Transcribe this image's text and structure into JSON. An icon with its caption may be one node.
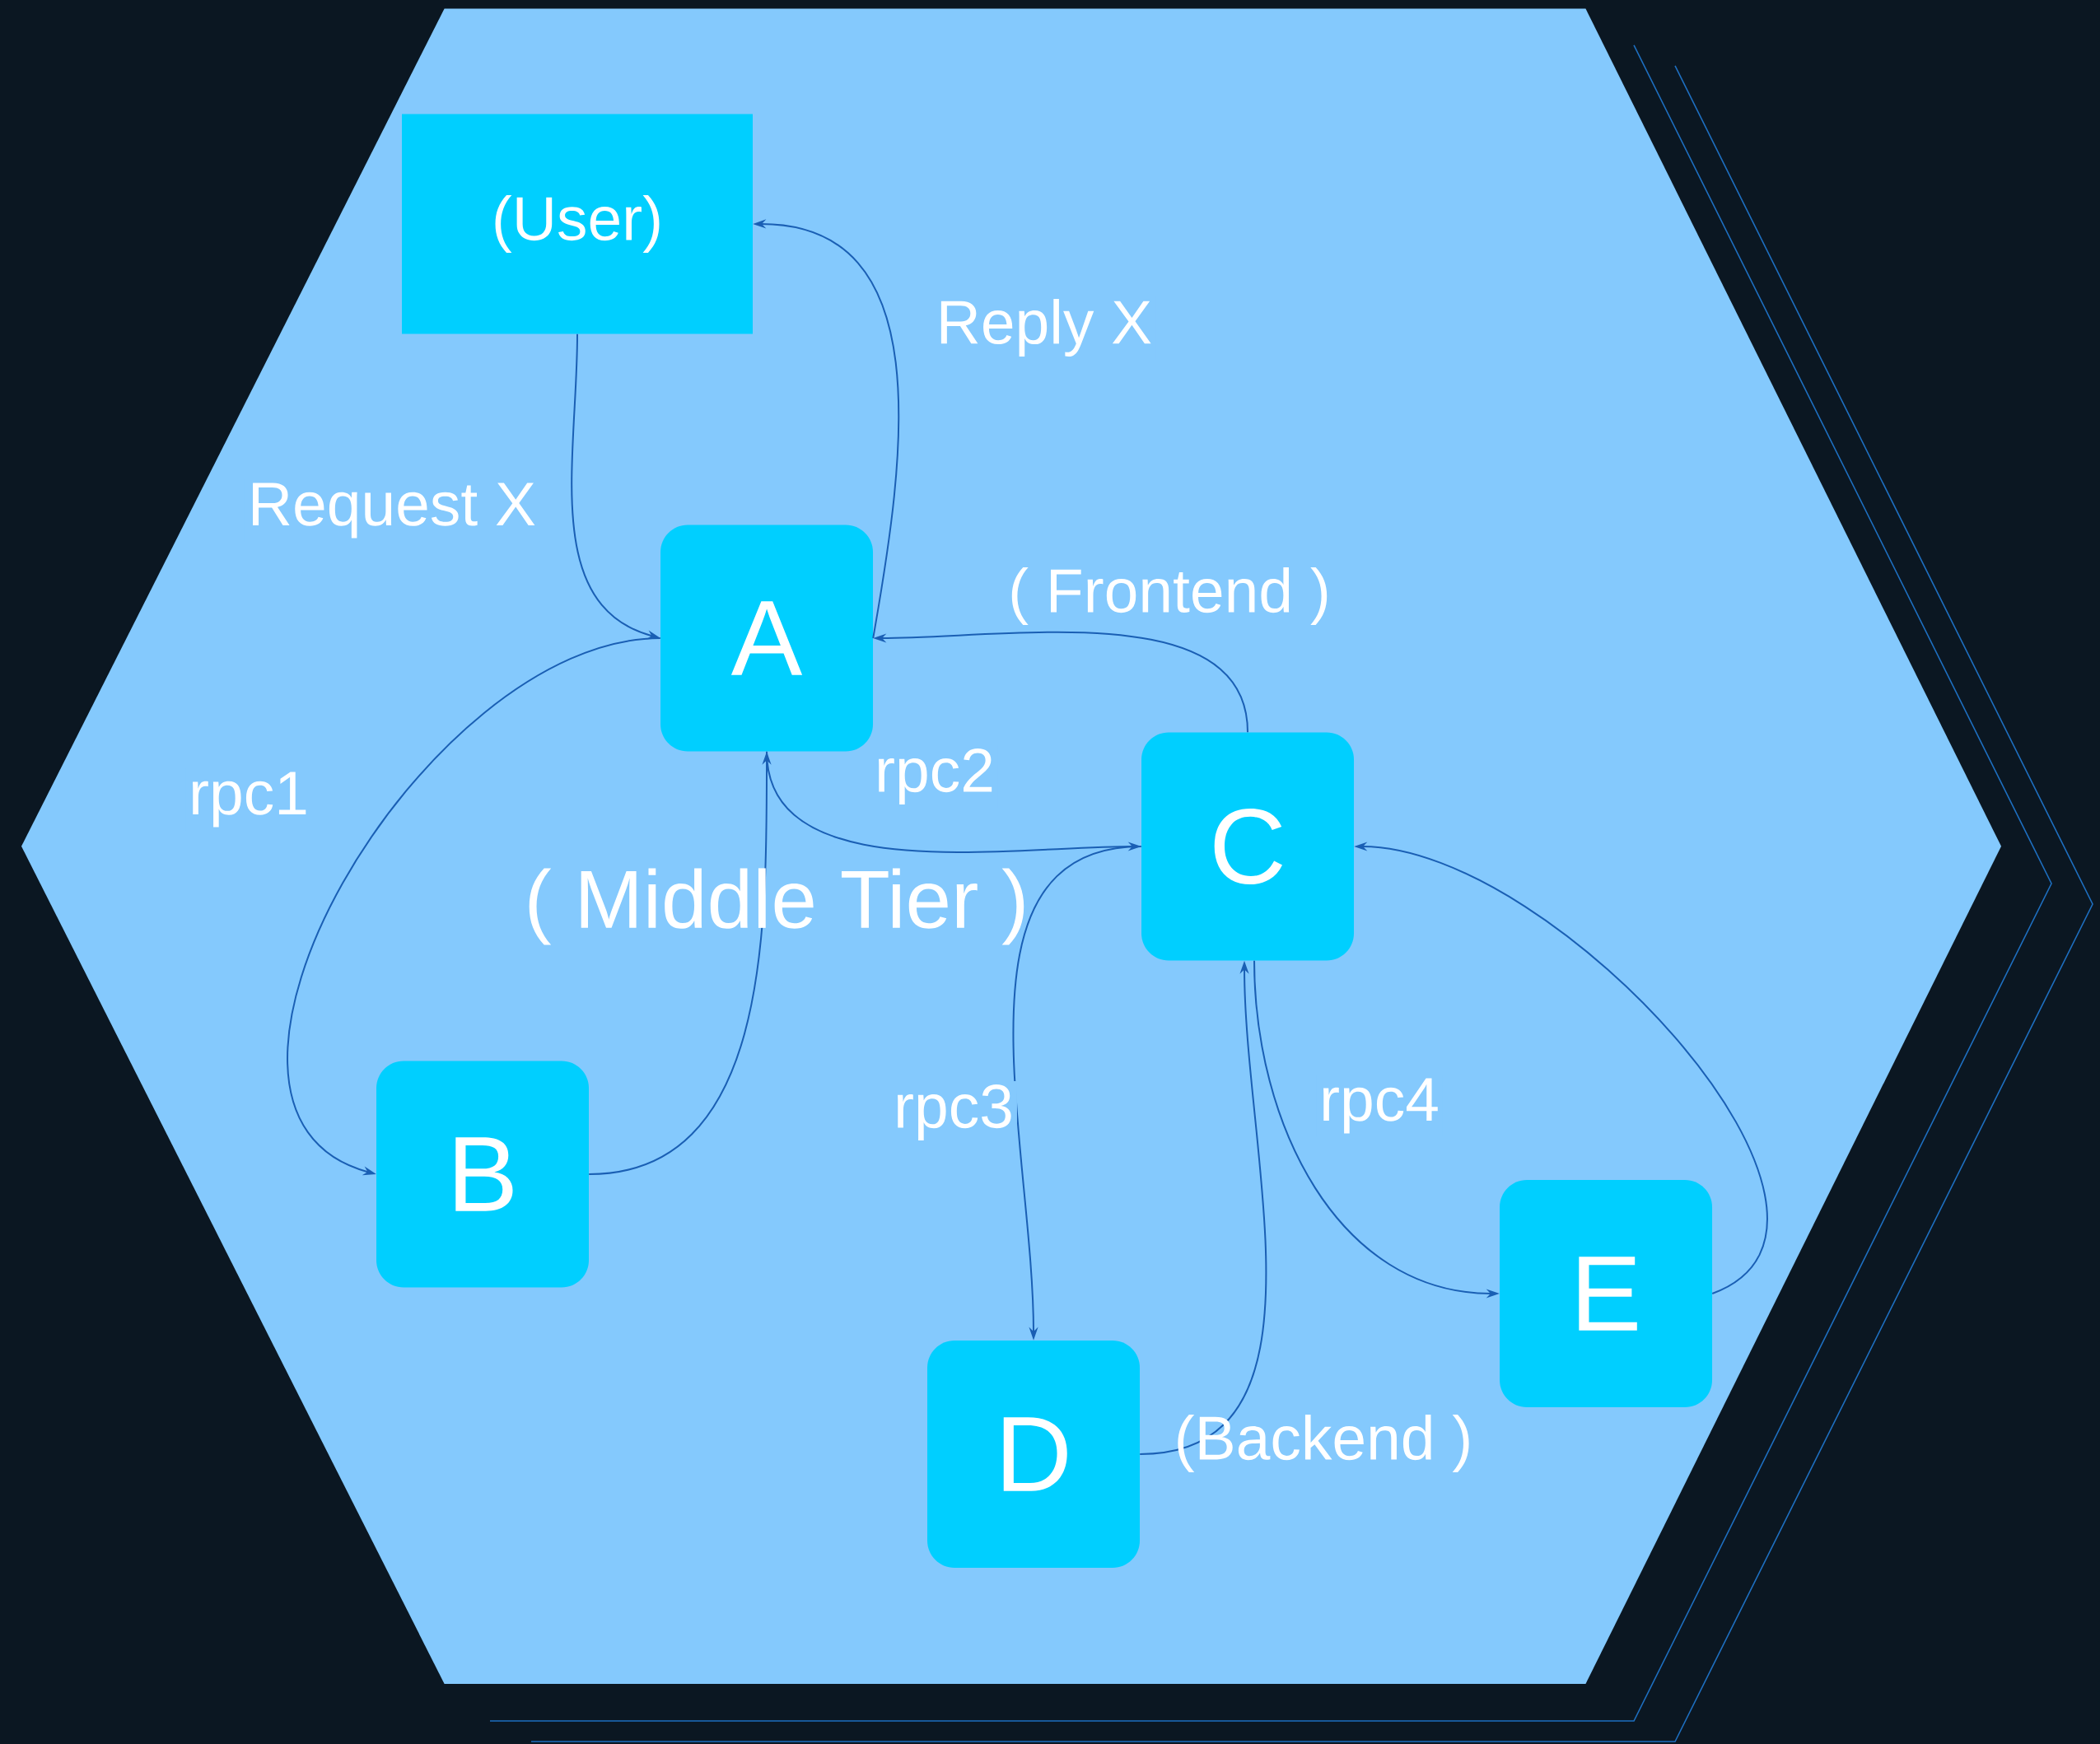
{
  "diagram": {
    "nodes": [
      {
        "text": [],
        "shape": "hexagon"
      },
      {
        "text": [
          "(User)"
        ],
        "in": 0
      },
      {
        "text": [
          "A"
        ],
        "in": 0
      },
      {
        "text": [
          "B"
        ],
        "in": 0
      },
      {
        "text": [
          "C"
        ],
        "in": 0
      },
      {
        "text": [
          "D"
        ],
        "in": 0
      },
      {
        "text": [
          "E"
        ],
        "in": 0
      }
    ],
    "edges": [
      {
        "from": 1,
        "to": 2,
        "arrow": "to",
        "label": "Request X"
      },
      {
        "from": 2,
        "to": 1,
        "arrow": "to",
        "label": "Reply X"
      },
      {
        "from": 2,
        "to": 3,
        "arrow": "to",
        "label": "rpc1"
      },
      {
        "from": 3,
        "to": 2,
        "arrow": "to"
      },
      {
        "from": 2,
        "to": 4,
        "arrow": "to",
        "label": "rpc2"
      },
      {
        "from": 4,
        "to": 2,
        "arrow": "to"
      },
      {
        "from": 4,
        "to": 5,
        "arrow": "to",
        "label": "rpc3"
      },
      {
        "from": 5,
        "to": 4,
        "arrow": "to"
      },
      {
        "from": 4,
        "to": 6,
        "arrow": "to",
        "label": "rpc4"
      },
      {
        "from": 6,
        "to": 4,
        "arrow": "to"
      }
    ],
    "labels": [
      "( Frontend )",
      "( Middle Tier )",
      "(Backend )"
    ]
  }
}
